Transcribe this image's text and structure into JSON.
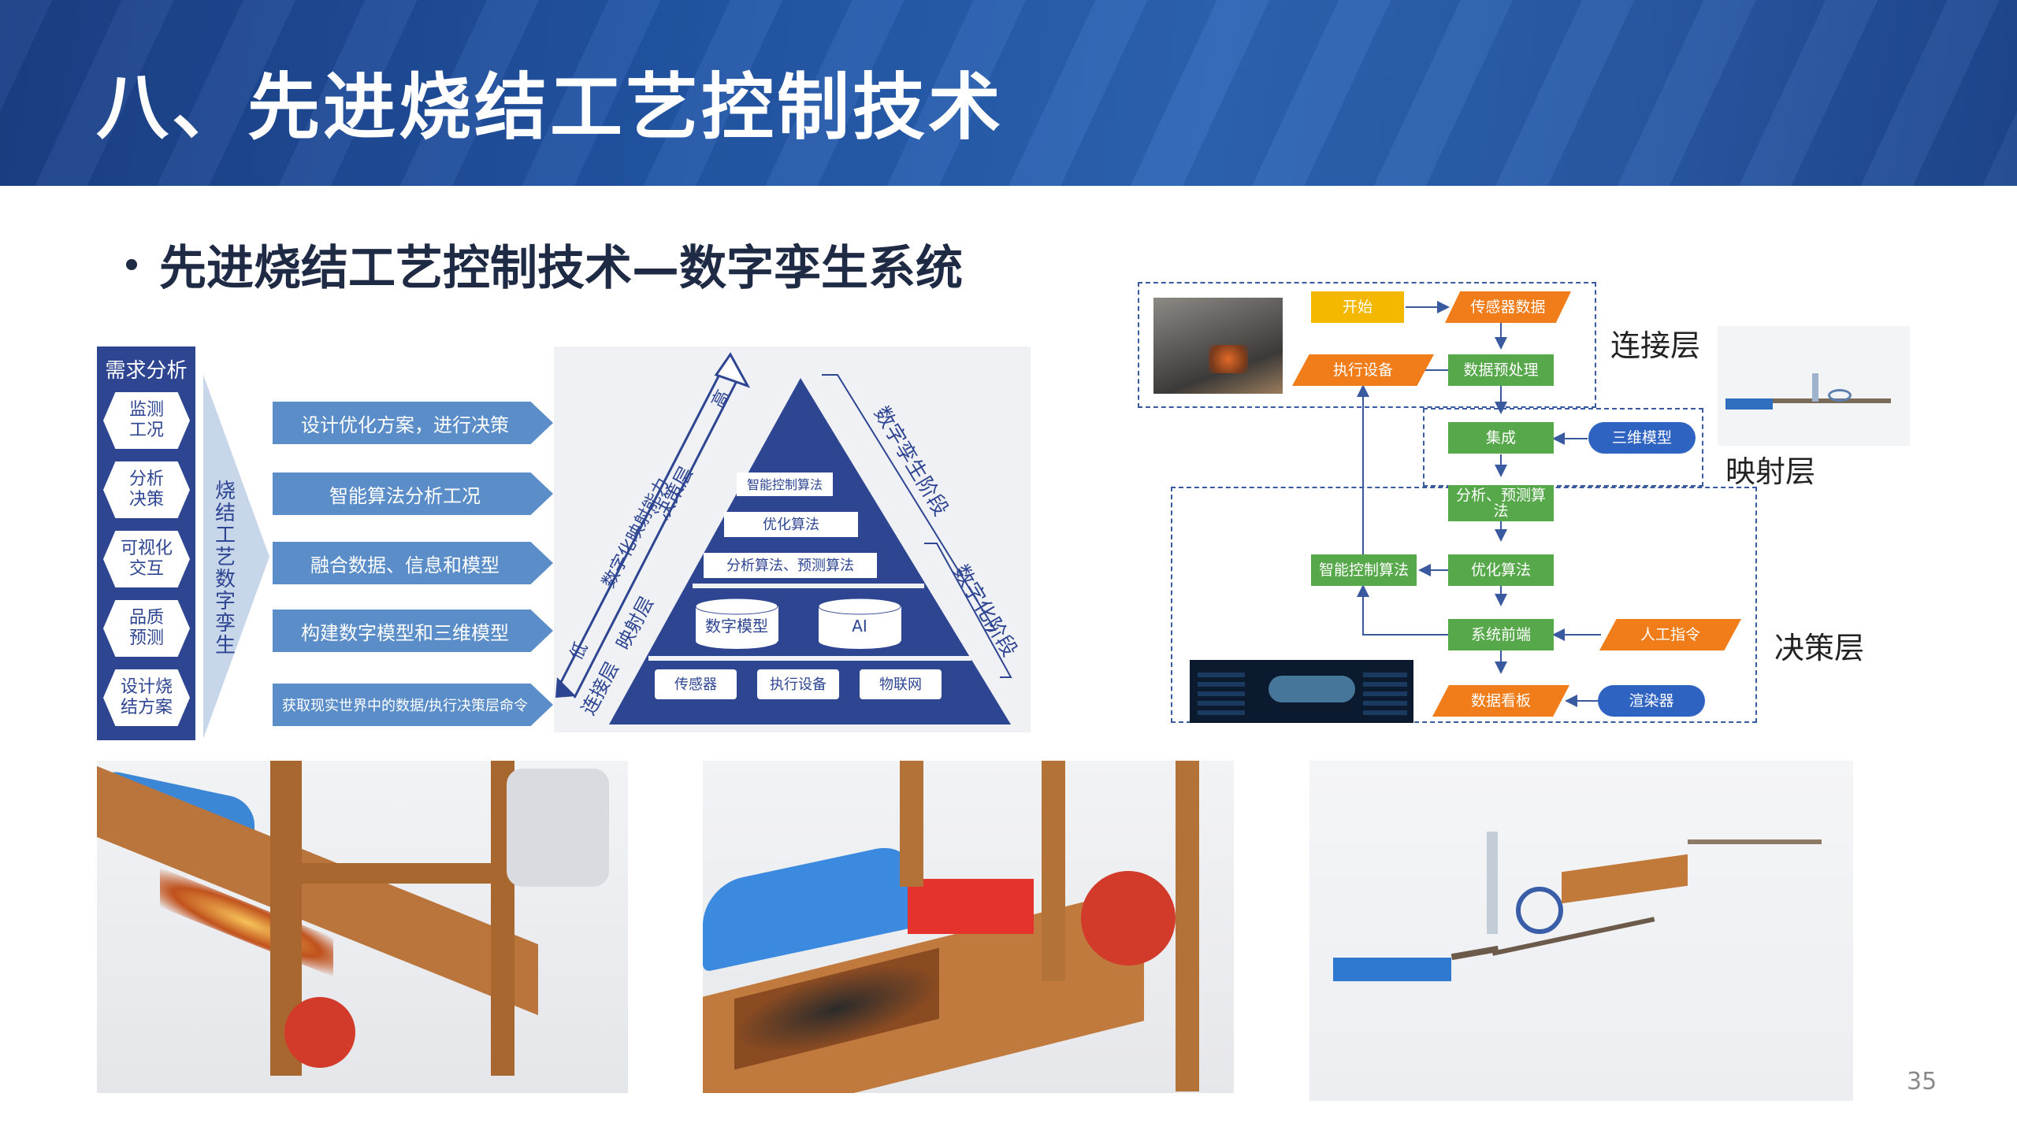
{
  "header": {
    "title": "八、先进烧结工艺控制技术"
  },
  "subtitle": "先进烧结工艺控制技术—数字孪生系统",
  "demand": {
    "head": "需求分析",
    "items": [
      "监测工况",
      "分析决策",
      "可视化交互",
      "品质预测",
      "设计烧结方案"
    ],
    "items_display": [
      [
        "监测",
        "工况"
      ],
      [
        "分析",
        "决策"
      ],
      [
        "可视化",
        "交互"
      ],
      [
        "品质",
        "预测"
      ],
      [
        "设计烧",
        "结方案"
      ]
    ],
    "vertical_label": "烧结工艺数字孪生"
  },
  "steps": [
    "设计优化方案，进行决策",
    "智能算法分析工况",
    "融合数据、信息和模型",
    "构建数字模型和三维模型",
    "获取现实世界中的数据/执行决策层命令"
  ],
  "pyramid": {
    "level3": [
      "智能控制算法",
      "优化算法",
      "分析算法、预测算法"
    ],
    "level2": [
      "数字模型",
      "AI"
    ],
    "level1": [
      "传感器",
      "执行设备",
      "物联网"
    ],
    "left_arrow": "数字化映射能力",
    "high": "高",
    "low": "低",
    "layer_decision": "决策层",
    "layer_mapping": "映射层",
    "layer_connect": "连接层",
    "stage_twin": "数字孪生阶段",
    "stage_digital": "数字化阶段"
  },
  "flow": {
    "start": "开始",
    "sensor_data": "传感器数据",
    "actuator": "执行设备",
    "preprocess": "数据预处理",
    "integrate": "集成",
    "model3d": "三维模型",
    "analysis": "分析、预测算法",
    "smart_ctrl": "智能控制算法",
    "optimize": "优化算法",
    "frontend": "系统前端",
    "manual": "人工指令",
    "dashboard": "数据看板",
    "renderer": "渲染器",
    "label_connect": "连接层",
    "label_mapping": "映射层",
    "label_decision": "决策层"
  },
  "page_number": "35",
  "colors": {
    "header_blue": "#2357a8",
    "navy": "#2e4591",
    "arrow_blue": "#5b8ec8",
    "green": "#57a84a",
    "orange": "#f07d1a",
    "yellow": "#f5b800",
    "pill_blue": "#2f63c2"
  }
}
